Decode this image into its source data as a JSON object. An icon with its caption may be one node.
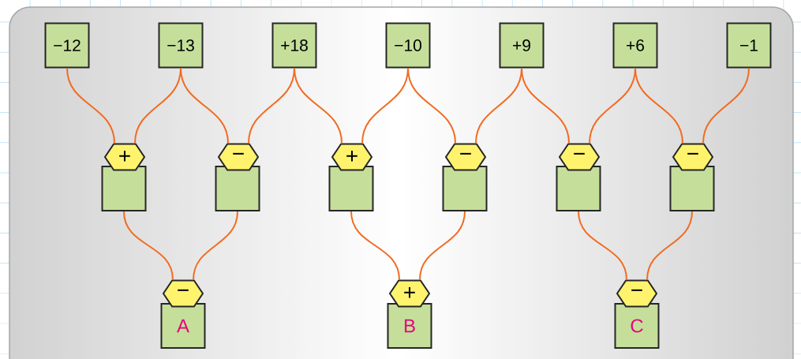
{
  "diagram": {
    "nodes": [
      {
        "text": [
          "−12"
        ]
      },
      {
        "text": [
          "−13"
        ]
      },
      {
        "text": [
          "+18"
        ]
      },
      {
        "text": [
          "−10"
        ]
      },
      {
        "text": [
          "+9"
        ]
      },
      {
        "text": [
          "+6"
        ]
      },
      {
        "text": [
          "−1"
        ]
      },
      {
        "text": [
          "+"
        ]
      },
      {
        "text": [],
        "shape": "box"
      },
      {
        "text": [
          "−"
        ]
      },
      {
        "text": [],
        "shape": "box"
      },
      {
        "text": [
          "+"
        ]
      },
      {
        "text": [],
        "shape": "box"
      },
      {
        "text": [
          "−"
        ]
      },
      {
        "text": [],
        "shape": "box"
      },
      {
        "text": [
          "−"
        ]
      },
      {
        "text": [],
        "shape": "box"
      },
      {
        "text": [
          "−"
        ]
      },
      {
        "text": [],
        "shape": "box"
      },
      {
        "text": [
          "−"
        ]
      },
      {
        "text": [
          "A"
        ]
      },
      {
        "text": [
          "+"
        ]
      },
      {
        "text": [
          "B"
        ]
      },
      {
        "text": [
          "−"
        ]
      },
      {
        "text": [
          "C"
        ]
      }
    ],
    "edges": [
      {
        "from": 0,
        "to": 7,
        "arrow": "none"
      },
      {
        "from": 1,
        "to": 7,
        "arrow": "none"
      },
      {
        "from": 1,
        "to": 9,
        "arrow": "none"
      },
      {
        "from": 2,
        "to": 9,
        "arrow": "none"
      },
      {
        "from": 2,
        "to": 11,
        "arrow": "none"
      },
      {
        "from": 3,
        "to": 11,
        "arrow": "none"
      },
      {
        "from": 3,
        "to": 13,
        "arrow": "none"
      },
      {
        "from": 4,
        "to": 13,
        "arrow": "none"
      },
      {
        "from": 4,
        "to": 15,
        "arrow": "none"
      },
      {
        "from": 5,
        "to": 15,
        "arrow": "none"
      },
      {
        "from": 5,
        "to": 17,
        "arrow": "none"
      },
      {
        "from": 6,
        "to": 17,
        "arrow": "none"
      },
      {
        "from": 8,
        "to": 19,
        "arrow": "none"
      },
      {
        "from": 10,
        "to": 19,
        "arrow": "none"
      },
      {
        "from": 12,
        "to": 21,
        "arrow": "none"
      },
      {
        "from": 14,
        "to": 21,
        "arrow": "none"
      },
      {
        "from": 16,
        "to": 23,
        "arrow": "none"
      },
      {
        "from": 18,
        "to": 23,
        "arrow": "none"
      }
    ]
  }
}
